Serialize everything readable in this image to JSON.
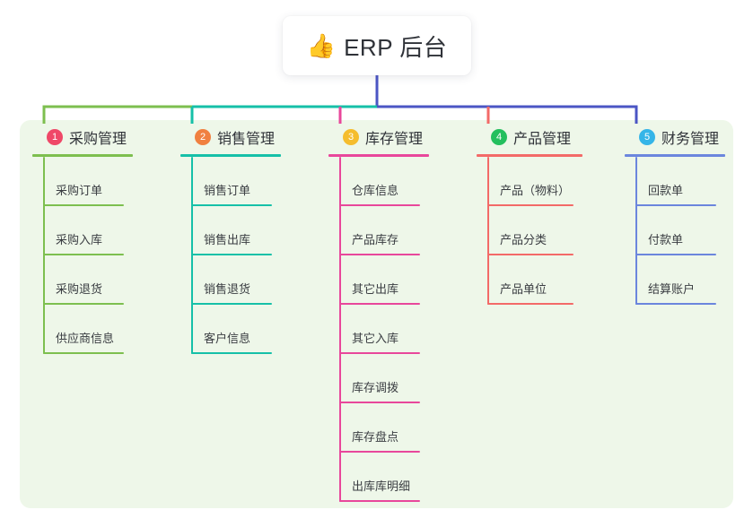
{
  "diagram": {
    "type": "org-tree-mindmap",
    "root": {
      "icon": "thumbs-up-icon",
      "emoji": "👍",
      "title": "ERP 后台"
    },
    "panel_color": "#eef7e9",
    "trunk_color": "#4b55c4",
    "connector_segments": [
      {
        "color": "#7dbf4f"
      },
      {
        "color": "#16c0a8"
      },
      {
        "color": "#4b55c4"
      }
    ],
    "columns": [
      {
        "index": "1",
        "title": "采购管理",
        "badge_color": "#ef4868",
        "line_color": "#7dbf4f",
        "stem_color": "#7dbf4f",
        "items": [
          "采购订单",
          "采购入库",
          "采购退货",
          "供应商信息"
        ]
      },
      {
        "index": "2",
        "title": "销售管理",
        "badge_color": "#f08040",
        "line_color": "#16c0a8",
        "stem_color": "#16c0a8",
        "items": [
          "销售订单",
          "销售出库",
          "销售退货",
          "客户信息"
        ]
      },
      {
        "index": "3",
        "title": "库存管理",
        "badge_color": "#f5bd2e",
        "line_color": "#e8479b",
        "stem_color": "#e8479b",
        "items": [
          "仓库信息",
          "产品库存",
          "其它出库",
          "其它入库",
          "库存调拨",
          "库存盘点",
          "出库库明细"
        ]
      },
      {
        "index": "4",
        "title": "产品管理",
        "badge_color": "#24bf5e",
        "line_color": "#f36a68",
        "stem_color": "#f36a68",
        "items": [
          "产品（物料）",
          "产品分类",
          "产品单位"
        ]
      },
      {
        "index": "5",
        "title": "财务管理",
        "badge_color": "#35b5e8",
        "line_color": "#6b86dd",
        "stem_color": "#4b55c4",
        "items": [
          "回款单",
          "付款单",
          "结算账户"
        ]
      }
    ]
  }
}
